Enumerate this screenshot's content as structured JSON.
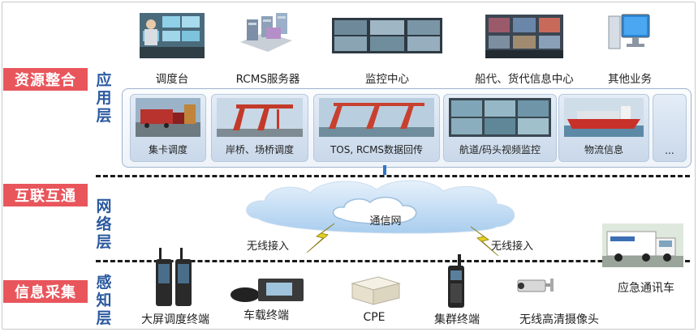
{
  "layers": [
    {
      "tag": "资源整合",
      "tier": [
        "应",
        "用",
        "层"
      ]
    },
    {
      "tag": "互联互通",
      "tier": [
        "网",
        "络",
        "层"
      ]
    },
    {
      "tag": "信息采集",
      "tier": [
        "感",
        "知",
        "层"
      ]
    }
  ],
  "services": [
    "调度台",
    "RCMS服务器",
    "监控中心",
    "船代、货代信息中心",
    "其他业务"
  ],
  "apps": [
    "集卡调度",
    "岸桥、场桥调度",
    "TOS, RCMS数据回传",
    "航道/码头视频监控",
    "物流信息",
    "..."
  ],
  "network": {
    "cloud_label": "通信网",
    "wireless_left": "无线接入",
    "wireless_right": "无线接入"
  },
  "devices": [
    "大屏调度终端",
    "车载终端",
    "CPE",
    "集群终端",
    "无线高清摄像头",
    "应急通讯车"
  ],
  "colors": {
    "tag_red": "#e8565c",
    "tier_blue": "#2c5aa0",
    "panel_border": "#9fb3cc",
    "cloud_blue": "#bcd8f2",
    "bolt_yellow": "#d8c21a"
  }
}
